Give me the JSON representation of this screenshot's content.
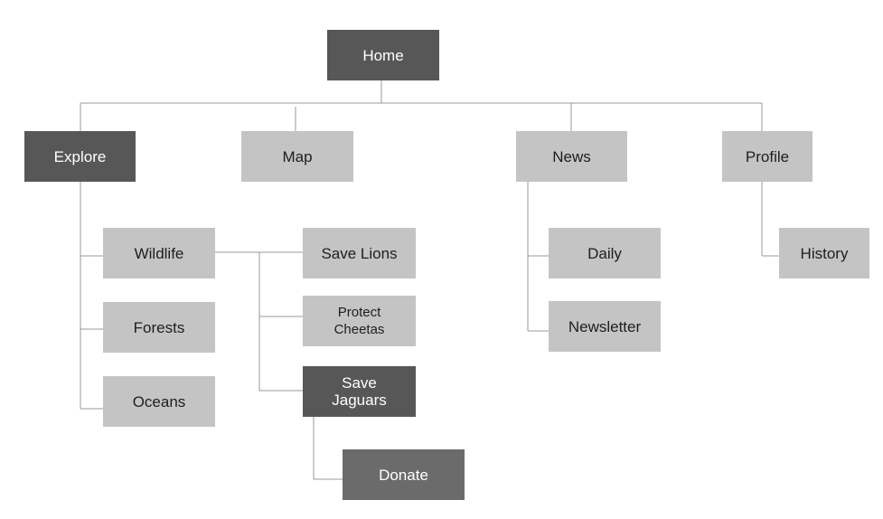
{
  "colors": {
    "dark": "#575757",
    "mid": "#6b6b6b",
    "light": "#c4c4c4",
    "connector": "#9a9a9a"
  },
  "nodes": {
    "home": "Home",
    "explore": "Explore",
    "map": "Map",
    "news": "News",
    "profile": "Profile",
    "wildlife": "Wildlife",
    "forests": "Forests",
    "oceans": "Oceans",
    "save_lions": "Save Lions",
    "protect_cheetas": "Protect\nCheetas",
    "save_jaguars": "Save\nJaguars",
    "donate": "Donate",
    "daily": "Daily",
    "newsletter": "Newsletter",
    "history": "History"
  },
  "edges": [
    [
      "home",
      "explore"
    ],
    [
      "home",
      "map"
    ],
    [
      "home",
      "news"
    ],
    [
      "home",
      "profile"
    ],
    [
      "explore",
      "wildlife"
    ],
    [
      "explore",
      "forests"
    ],
    [
      "explore",
      "oceans"
    ],
    [
      "wildlife",
      "save_lions"
    ],
    [
      "wildlife",
      "protect_cheetas"
    ],
    [
      "wildlife",
      "save_jaguars"
    ],
    [
      "save_jaguars",
      "donate"
    ],
    [
      "news",
      "daily"
    ],
    [
      "news",
      "newsletter"
    ],
    [
      "profile",
      "history"
    ]
  ]
}
